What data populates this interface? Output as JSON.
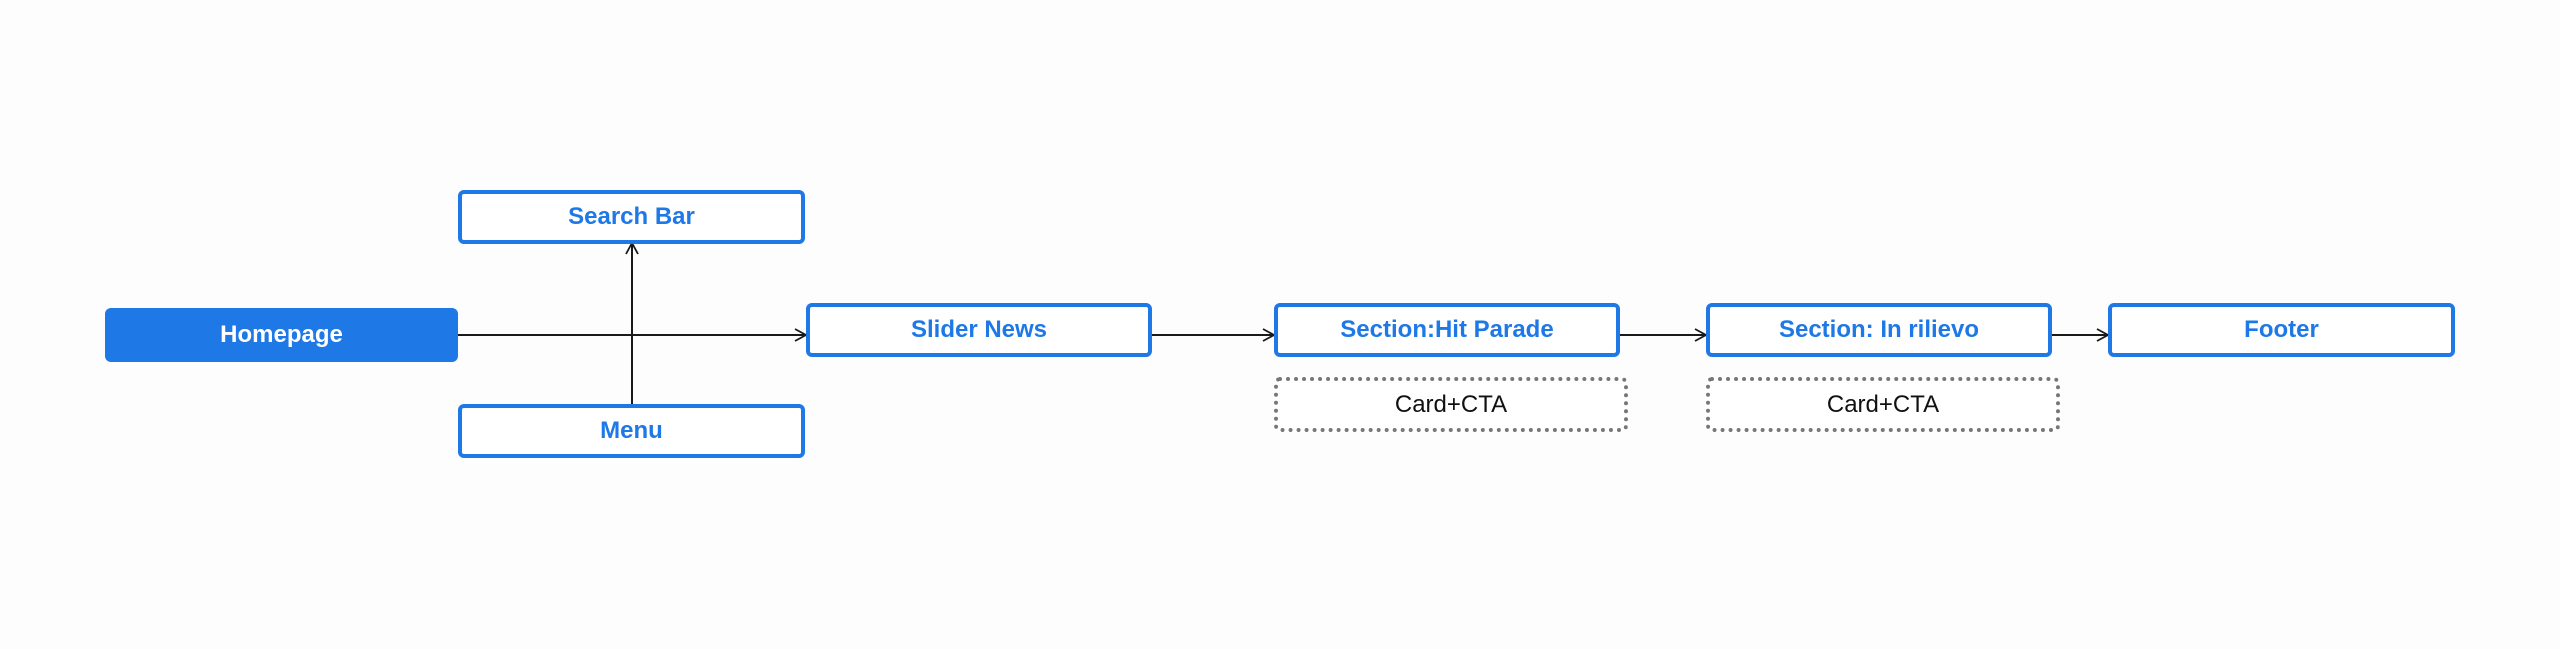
{
  "colors": {
    "accent": "#1e78e6",
    "text_dark": "#111111",
    "connector": "#1a1a1a",
    "dotted_border": "#777777",
    "background": "#fdfdfd"
  },
  "nodes": {
    "homepage": "Homepage",
    "search_bar": "Search Bar",
    "menu": "Menu",
    "slider_news": "Slider News",
    "hit_parade": "Section:Hit Parade",
    "in_rilievo": "Section: In rilievo",
    "footer": "Footer",
    "card_cta_1": "Card+CTA",
    "card_cta_2": "Card+CTA"
  }
}
